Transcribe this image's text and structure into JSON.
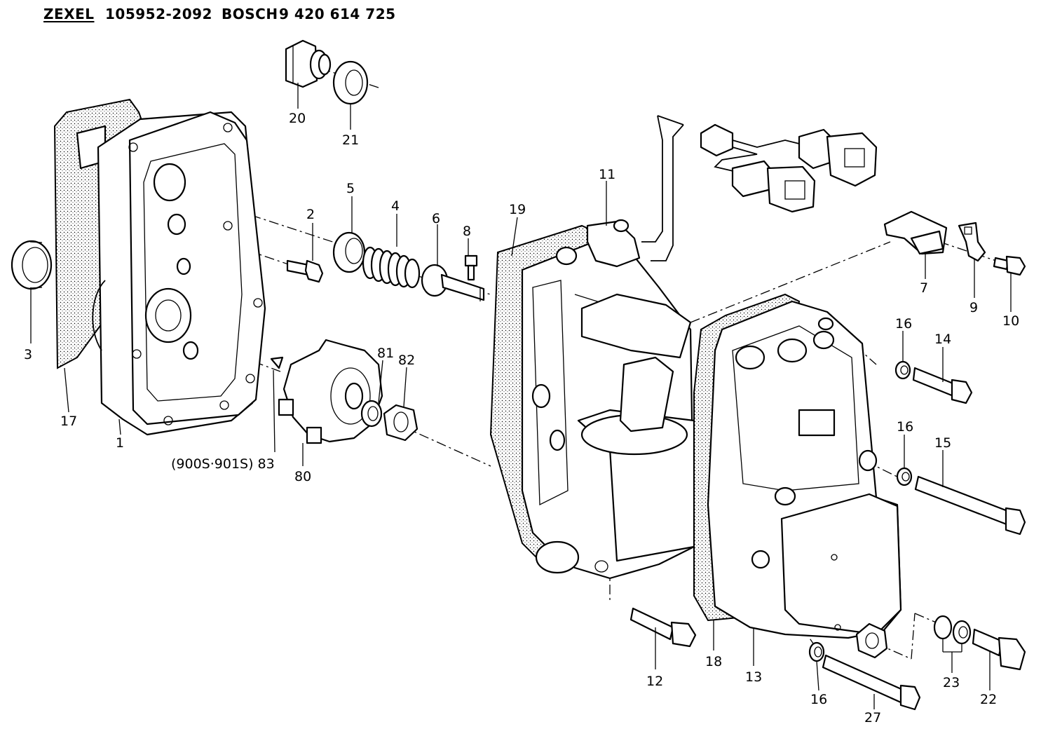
{
  "header": {
    "maker": "ZEXEL",
    "zexel_number": "105952-2092",
    "brand": "BOSCH",
    "bosch_number": "9 420 614 725"
  },
  "labels": {
    "p1": "1",
    "p2": "2",
    "p3": "3",
    "p4": "4",
    "p5": "5",
    "p6": "6",
    "p7": "7",
    "p8": "8",
    "p9": "9",
    "p10": "10",
    "p11": "11",
    "p12": "12",
    "p13": "13",
    "p14": "14",
    "p15": "15",
    "p16a": "16",
    "p16b": "16",
    "p16c": "16",
    "p17": "17",
    "p18": "18",
    "p19": "19",
    "p20": "20",
    "p21": "21",
    "p22": "22",
    "p23": "23",
    "p27": "27",
    "p80": "80",
    "p81": "81",
    "p82": "82",
    "p83": "(900S·901S) 83"
  },
  "colors": {
    "line": "#000000",
    "background": "#ffffff"
  }
}
